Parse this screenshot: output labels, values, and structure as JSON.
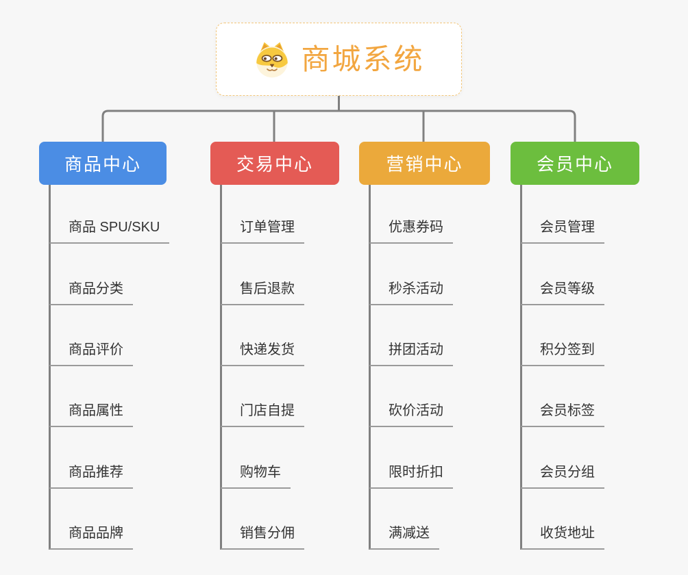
{
  "page": {
    "background_color": "#f7f7f7",
    "connector_color": "#808080"
  },
  "root": {
    "title": "商城系统",
    "icon": "dog-face-icon",
    "accent_color": "#F2A640",
    "border_color": "#f3c679"
  },
  "branches": [
    {
      "label": "商品中心",
      "color": "#4B8DE4",
      "items": [
        "商品 SPU/SKU",
        "商品分类",
        "商品评价",
        "商品属性",
        "商品推荐",
        "商品品牌"
      ]
    },
    {
      "label": "交易中心",
      "color": "#E45B55",
      "items": [
        "订单管理",
        "售后退款",
        "快递发货",
        "门店自提",
        "购物车",
        "销售分佣"
      ]
    },
    {
      "label": "营销中心",
      "color": "#EBA93B",
      "items": [
        "优惠券码",
        "秒杀活动",
        "拼团活动",
        "砍价活动",
        "限时折扣",
        "满减送"
      ]
    },
    {
      "label": "会员中心",
      "color": "#6CBE3E",
      "items": [
        "会员管理",
        "会员等级",
        "积分签到",
        "会员标签",
        "会员分组",
        "收货地址"
      ]
    }
  ]
}
